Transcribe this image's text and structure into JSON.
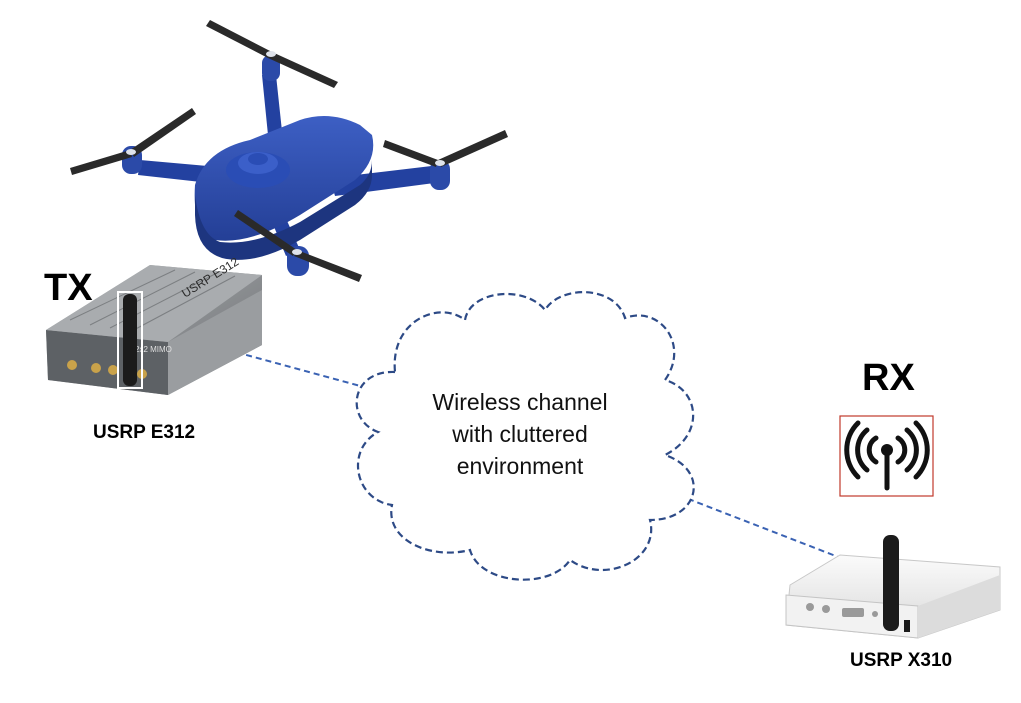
{
  "tx": {
    "label": "TX",
    "device_name": "USRP E312",
    "case_print": "USRP E312",
    "panel_print": "2x2 MIMO"
  },
  "rx": {
    "label": "RX",
    "device_name": "USRP X310",
    "icon": "wireless-signal-icon"
  },
  "channel": {
    "lines": [
      "Wireless channel",
      "with cluttered",
      "environment"
    ]
  },
  "colors": {
    "drone_body": "#2b4aa8",
    "drone_dark": "#1d357f",
    "propeller": "#2a2a2a",
    "dashed_link": "#3a62b3",
    "cloud_outline": "#2d4a86",
    "rx_icon_border": "#c0392b",
    "e312_case": "#8d9093",
    "x310_case": "#e9e9e9"
  }
}
